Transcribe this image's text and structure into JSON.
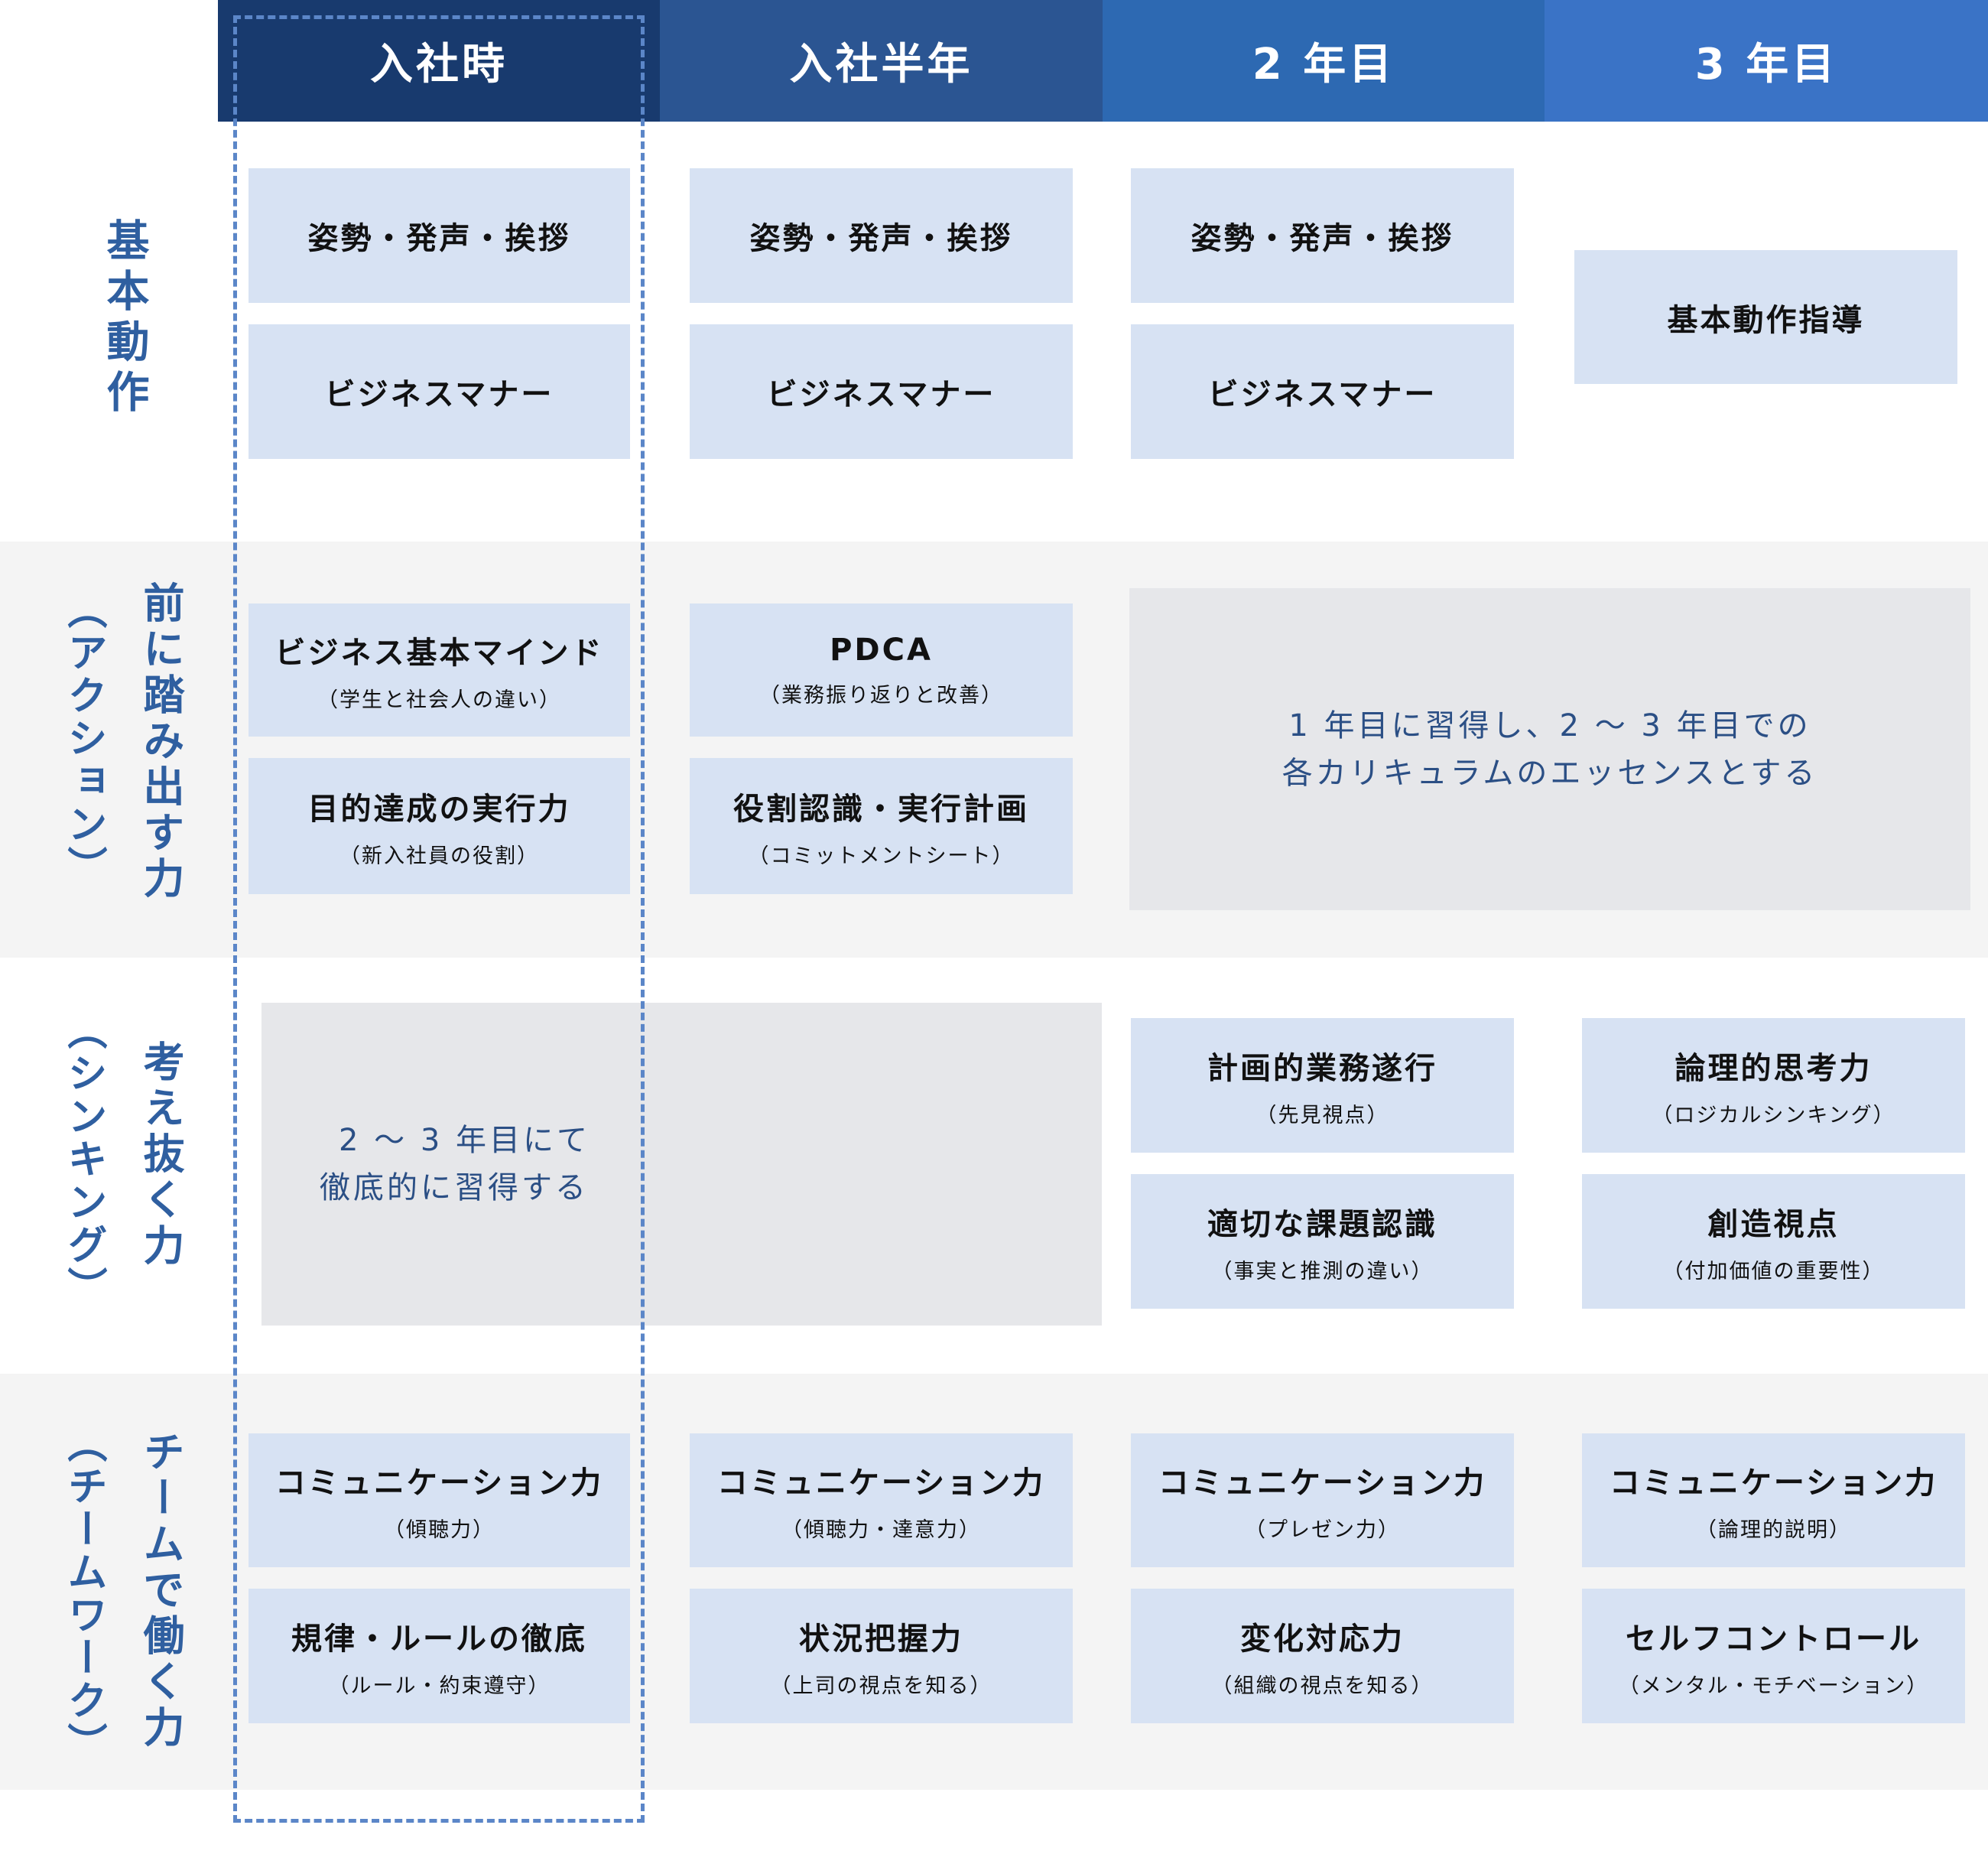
{
  "columns": [
    "入社時",
    "入社半年",
    "2 年目",
    "3 年目"
  ],
  "colors": {
    "col1": "#183a6e",
    "col2": "#2b5592",
    "col3": "#2d69b2",
    "col4": "#3a73c6",
    "card": "#d7e2f3",
    "band": "#f4f4f4",
    "gray_block": "#e6e7ea",
    "accent_text": "#2f5fa0"
  },
  "rows": [
    {
      "label": "基本動作"
    },
    {
      "label": "前に踏み出す力",
      "sub": "（アクション）"
    },
    {
      "label": "考え抜く力",
      "sub": "（シンキング）"
    },
    {
      "label": "チームで働く力",
      "sub": "（チームワーク）"
    }
  ],
  "basic": {
    "a": "姿勢・発声・挨拶",
    "b": "ビジネスマナー",
    "c4": "基本動作指導"
  },
  "action": {
    "c1a": {
      "t": "ビジネス基本マインド",
      "s": "（学生と社会人の違い）"
    },
    "c1b": {
      "t": "目的達成の実行力",
      "s": "（新入社員の役割）"
    },
    "c2a": {
      "t": "PDCA",
      "s": "（業務振り返りと改善）"
    },
    "c2b": {
      "t": "役割認識・実行計画",
      "s": "（コミットメントシート）"
    },
    "note": [
      "1 年目に習得し、2 〜 3 年目での",
      "各カリキュラムのエッセンスとする"
    ]
  },
  "thinking": {
    "note": [
      "2 〜 3 年目にて",
      "徹底的に習得する"
    ],
    "c3a": {
      "t": "計画的業務遂行",
      "s": "（先見視点）"
    },
    "c3b": {
      "t": "適切な課題認識",
      "s": "（事実と推測の違い）"
    },
    "c4a": {
      "t": "論理的思考力",
      "s": "（ロジカルシンキング）"
    },
    "c4b": {
      "t": "創造視点",
      "s": "（付加価値の重要性）"
    }
  },
  "team": {
    "c1a": {
      "t": "コミュニケーション力",
      "s": "（傾聴力）"
    },
    "c1b": {
      "t": "規律・ルールの徹底",
      "s": "（ルール・約束遵守）"
    },
    "c2a": {
      "t": "コミュニケーション力",
      "s": "（傾聴力・達意力）"
    },
    "c2b": {
      "t": "状況把握力",
      "s": "（上司の視点を知る）"
    },
    "c3a": {
      "t": "コミュニケーション力",
      "s": "（プレゼン力）"
    },
    "c3b": {
      "t": "変化対応力",
      "s": "（組織の視点を知る）"
    },
    "c4a": {
      "t": "コミュニケーション力",
      "s": "（論理的説明）"
    },
    "c4b": {
      "t": "セルフコントロール",
      "s": "（メンタル・モチベーション）"
    }
  }
}
